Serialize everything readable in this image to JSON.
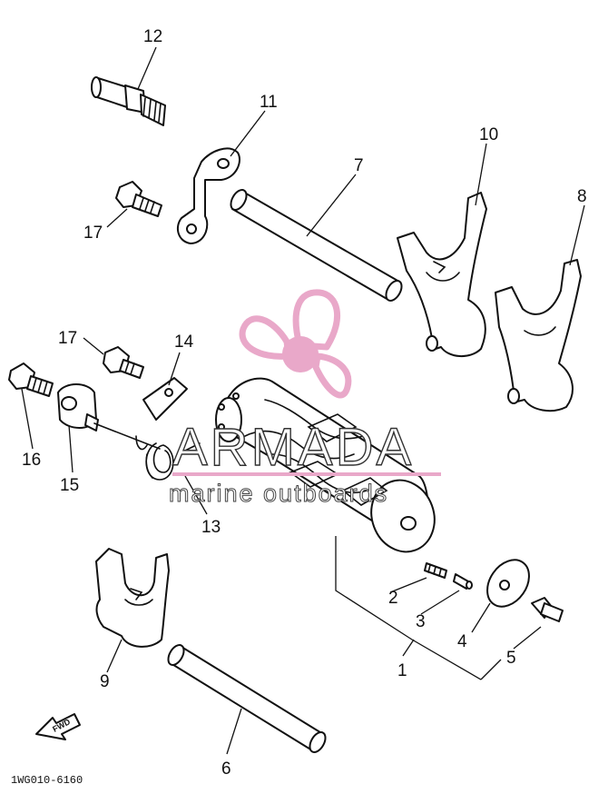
{
  "callouts": {
    "p1": "1",
    "p2": "2",
    "p3": "3",
    "p4": "4",
    "p5": "5",
    "p6": "6",
    "p7": "7",
    "p8": "8",
    "p9": "9",
    "p10": "10",
    "p11": "11",
    "p12": "12",
    "p13": "13",
    "p14": "14",
    "p15": "15",
    "p16": "16",
    "p17a": "17",
    "p17b": "17"
  },
  "front_arrow_label": "FWD",
  "drawing_code": "1WG010-6160",
  "watermark": {
    "title": "ARMADA",
    "subtitle": "marine outboards",
    "color": "#e9a8c9"
  }
}
